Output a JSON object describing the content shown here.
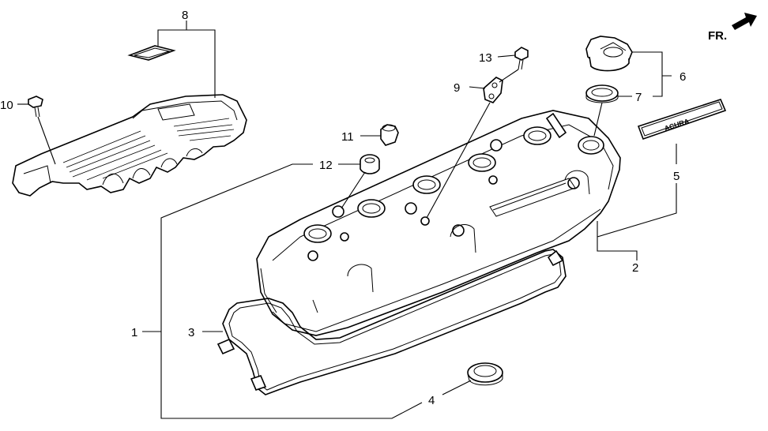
{
  "callouts": [
    {
      "id": "1",
      "text": "1"
    },
    {
      "id": "2",
      "text": "2"
    },
    {
      "id": "3",
      "text": "3"
    },
    {
      "id": "4",
      "text": "4"
    },
    {
      "id": "5",
      "text": "5"
    },
    {
      "id": "6",
      "text": "6"
    },
    {
      "id": "7",
      "text": "7"
    },
    {
      "id": "8",
      "text": "8"
    },
    {
      "id": "9",
      "text": "9"
    },
    {
      "id": "10",
      "text": "10"
    },
    {
      "id": "11",
      "text": "11"
    },
    {
      "id": "12",
      "text": "12"
    },
    {
      "id": "13",
      "text": "13"
    }
  ],
  "direction_indicator": {
    "text": "FR.",
    "icon": "front-direction-arrow-icon"
  },
  "emblem_text": "ACURA",
  "colors": {
    "ink": "#000000",
    "paper": "#ffffff"
  }
}
